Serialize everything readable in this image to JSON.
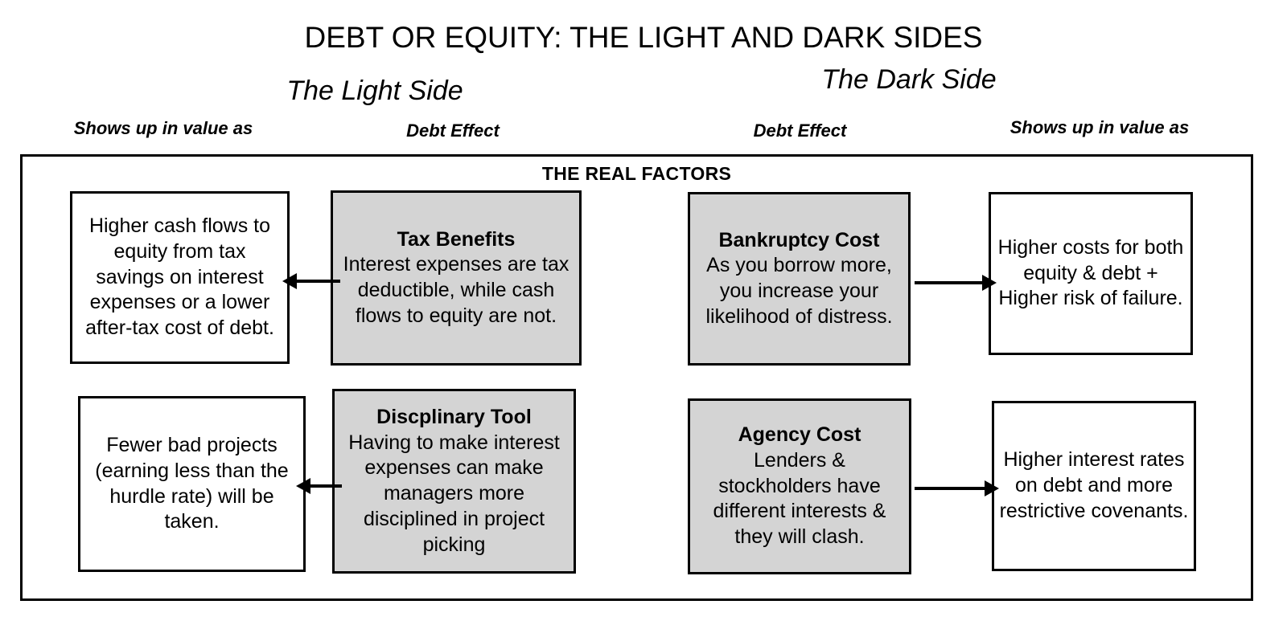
{
  "title": "DEBT OR EQUITY: THE LIGHT AND DARK SIDES",
  "sides": {
    "light": "The Light Side",
    "dark": "The Dark Side"
  },
  "column_labels": {
    "light_outcome": "Shows up in value  as",
    "light_effect": "Debt Effect",
    "dark_effect": "Debt Effect",
    "dark_outcome": "Shows up in value as"
  },
  "frame": {
    "heading": "THE REAL FACTORS"
  },
  "boxes": {
    "tax_outcome": {
      "body": "Higher cash flows to equity from tax savings on interest expenses or a lower after-tax cost of debt."
    },
    "tax_benefits": {
      "heading": "Tax Benefits",
      "body": "Interest expenses are tax deductible, while cash flows to equity are not."
    },
    "bankruptcy_cost": {
      "heading": "Bankruptcy Cost",
      "body": "As you borrow more, you increase your likelihood of distress."
    },
    "bankruptcy_outcome": {
      "body": "Higher costs for both equity & debt + Higher risk of failure."
    },
    "disciplinary_outcome": {
      "body": "Fewer bad projects (earning less than the hurdle rate) will be  taken."
    },
    "disciplinary_tool": {
      "heading": "Discplinary Tool",
      "body": "Having to make interest expenses can make managers more disciplined in project picking"
    },
    "agency_cost": {
      "heading": "Agency Cost",
      "body": "Lenders & stockholders have different interests & they will clash."
    },
    "agency_outcome": {
      "body": "Higher interest rates on debt and more restrictive covenants."
    }
  },
  "arrows": {
    "tax": "arrow-left",
    "disciplinary": "arrow-left",
    "bankruptcy": "arrow-right",
    "agency": "arrow-right"
  },
  "colors": {
    "effect_box_fill": "#d4d4d4",
    "outcome_box_fill": "#ffffff",
    "stroke": "#000000",
    "background": "#ffffff"
  }
}
